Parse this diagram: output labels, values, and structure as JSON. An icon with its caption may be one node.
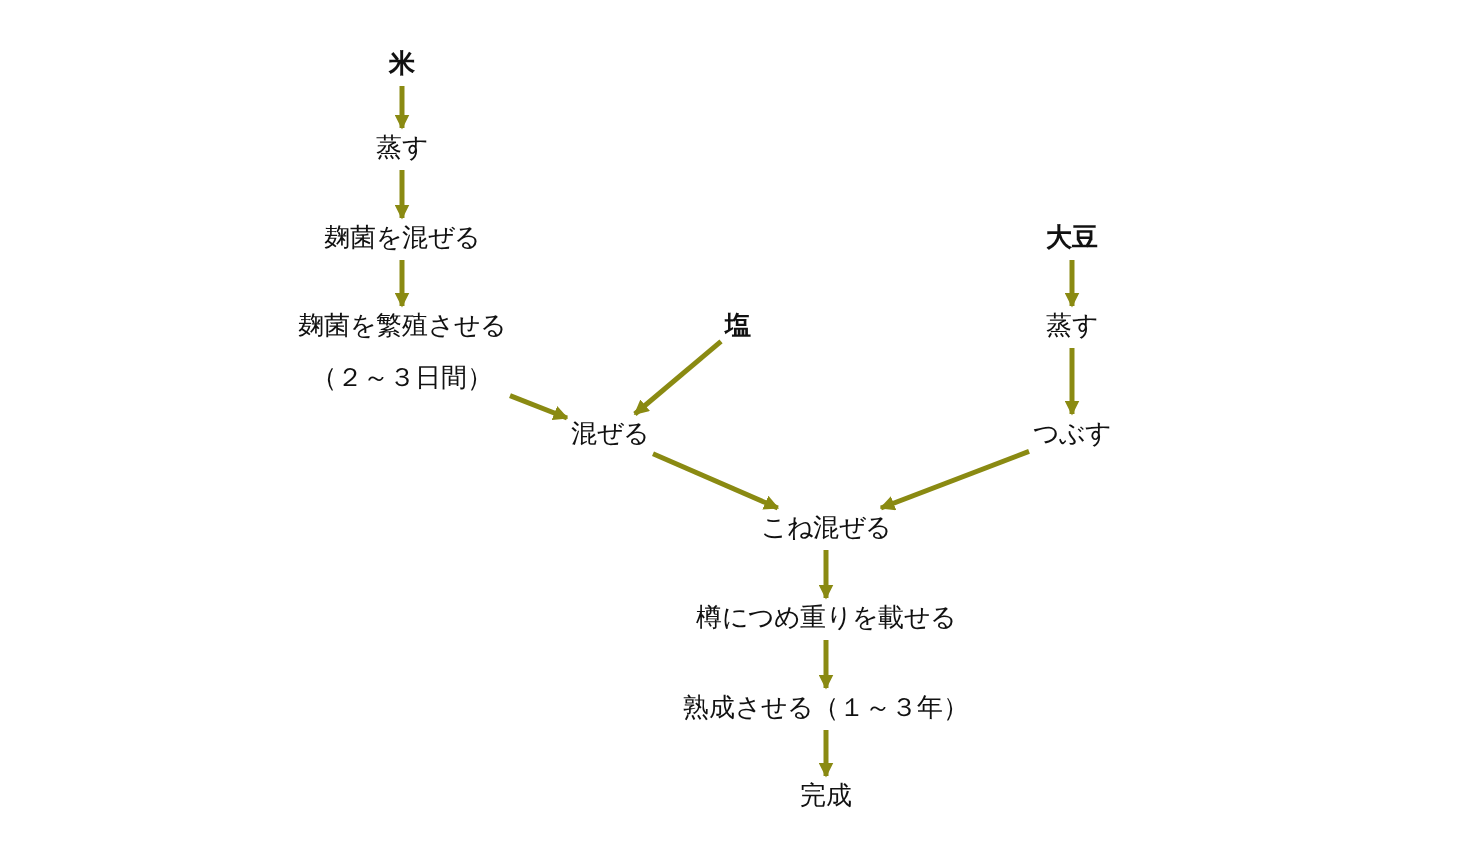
{
  "diagram": {
    "nodes": [
      {
        "text": [
          "**米**"
        ]
      },
      {
        "text": [
          "蒸す"
        ]
      },
      {
        "text": [
          "麹菌を混ぜる"
        ]
      },
      {
        "text": [
          "麹菌を繁殖させる"
        ],
        "beside": [
          "（２～３日間）"
        ]
      },
      {
        "text": [
          "**塩**"
        ]
      },
      {
        "text": [
          "混ぜる"
        ]
      },
      {
        "text": [
          "**大豆**"
        ]
      },
      {
        "text": [
          "蒸す"
        ]
      },
      {
        "text": [
          "つぶす"
        ]
      },
      {
        "text": [
          "こね混ぜる"
        ]
      },
      {
        "text": [
          "樽につめ重りを載せる"
        ]
      },
      {
        "text": [
          "熟成させる（１～３年）"
        ]
      },
      {
        "text": [
          "完成"
        ]
      }
    ],
    "edges": [
      {
        "from": 0,
        "to": 1,
        "arrow": "to"
      },
      {
        "from": 1,
        "to": 2,
        "arrow": "to"
      },
      {
        "from": 2,
        "to": 3,
        "arrow": "to"
      },
      {
        "from": 3,
        "to": 5,
        "arrow": "to"
      },
      {
        "from": 4,
        "to": 5,
        "arrow": "to"
      },
      {
        "from": 6,
        "to": 7,
        "arrow": "to"
      },
      {
        "from": 7,
        "to": 8,
        "arrow": "to"
      },
      {
        "from": 5,
        "to": 9,
        "arrow": "to"
      },
      {
        "from": 8,
        "to": 9,
        "arrow": "to"
      },
      {
        "from": 9,
        "to": 10,
        "arrow": "to"
      },
      {
        "from": 10,
        "to": 11,
        "arrow": "to"
      },
      {
        "from": 11,
        "to": 12,
        "arrow": "to"
      }
    ]
  }
}
